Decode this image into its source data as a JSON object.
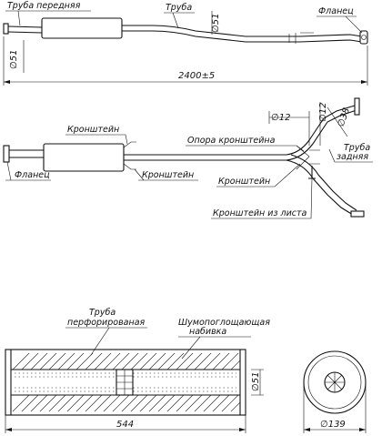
{
  "top_view": {
    "label_front_pipe": "Труба передняя",
    "label_pipe": "Труба",
    "label_flange": "Фланец",
    "dim_dia_front": "∅51",
    "dim_dia_pipe": "∅51",
    "dim_length": "2400±5"
  },
  "side_view": {
    "label_bracket_top": "Кронштейн",
    "label_flange": "Фланец",
    "label_bracket_mid": "Кронштейн",
    "label_bracket_support": "Опора кронштейна",
    "label_bracket_right": "Кронштейн",
    "label_sheet_bracket": "Кронштейн из листа",
    "label_rear_pipe_1": "Труба",
    "label_rear_pipe_2": "задняя",
    "dim_dia_12a": "∅12",
    "dim_dia_12b": "∅12",
    "dim_dia_38": "∅38"
  },
  "section_view": {
    "label_perforated_1": "Труба",
    "label_perforated_2": "перфорированая",
    "label_absorbing_1": "Шумопоглощающая",
    "label_absorbing_2": "набивка",
    "dim_dia_inner": "∅51",
    "dim_length": "544",
    "dim_dia_body": "∅139"
  }
}
